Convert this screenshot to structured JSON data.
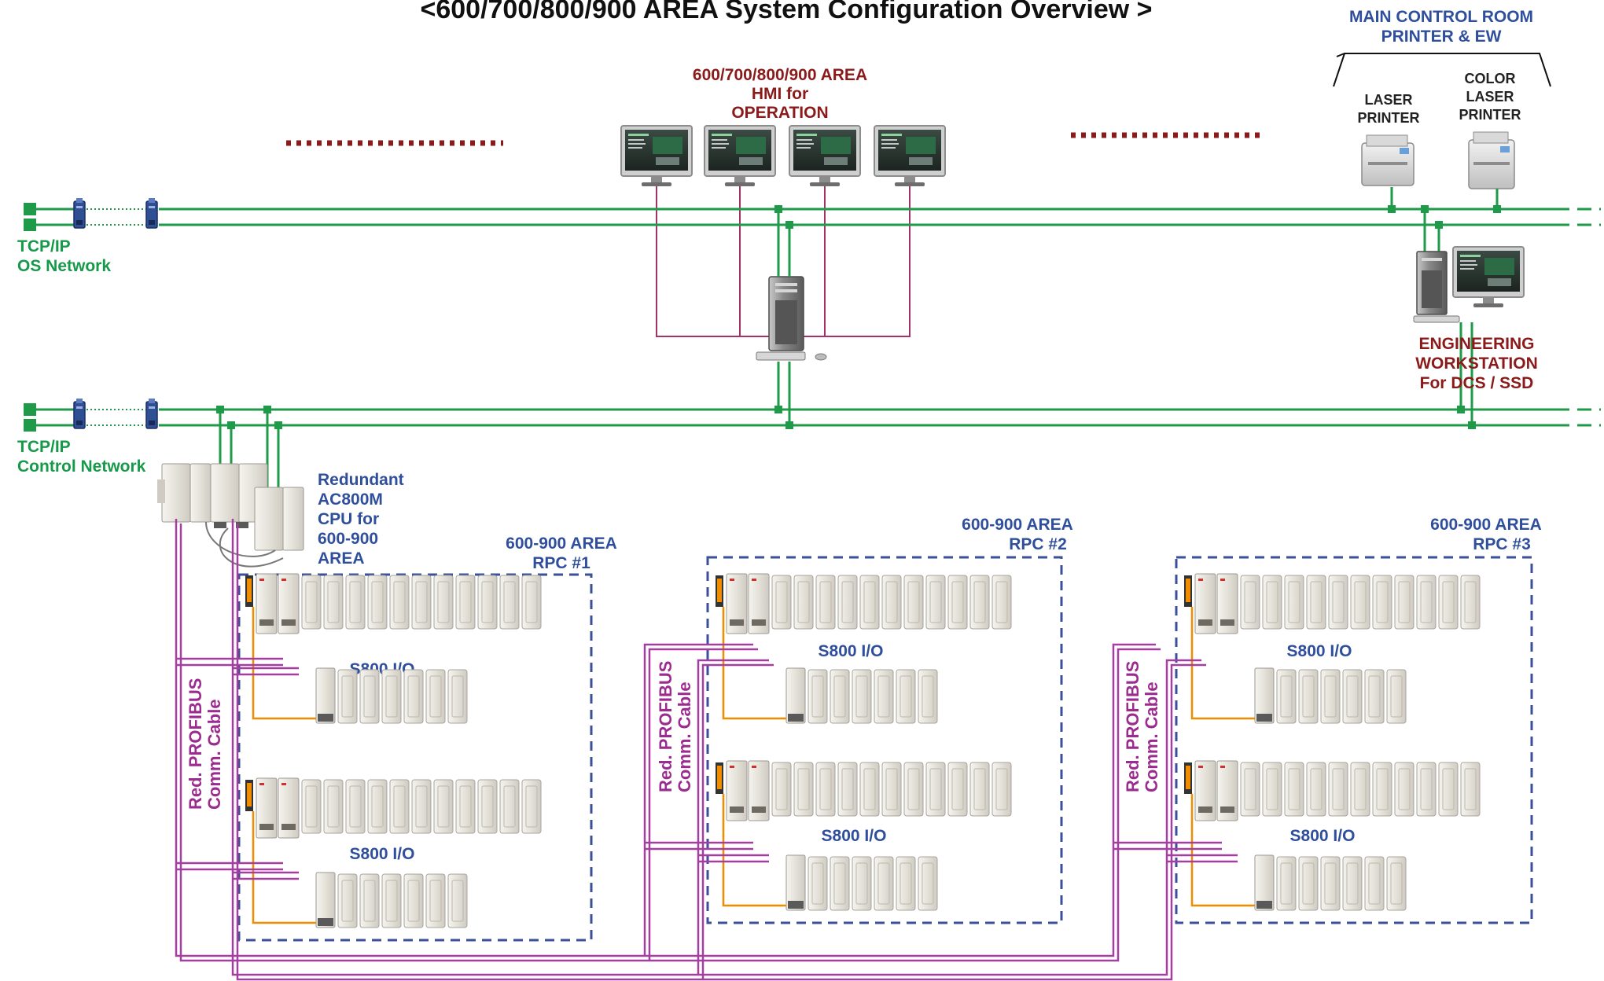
{
  "title": "<600/700/800/900 AREA System Configuration Overview >",
  "main_room": {
    "line1": "MAIN CONTROL ROOM",
    "line2": "PRINTER & EW"
  },
  "laser_printer": {
    "line1": "LASER",
    "line2": "PRINTER"
  },
  "color_printer": {
    "line1": "COLOR",
    "line2": "LASER",
    "line3": "PRINTER"
  },
  "hmi": {
    "line1": "600/700/800/900 AREA",
    "line2": "HMI for",
    "line3": "OPERATION"
  },
  "os_network": {
    "line1": "TCP/IP",
    "line2": "OS Network"
  },
  "control_network": {
    "line1": "TCP/IP",
    "line2": "Control Network"
  },
  "engineering": {
    "line1": "ENGINEERING",
    "line2": "WORKSTATION",
    "line3": "For DCS / SSD"
  },
  "cpu": {
    "line1": "Redundant",
    "line2": "AC800M",
    "line3": "CPU for",
    "line4": "600-900",
    "line5": "AREA"
  },
  "rpc1": {
    "line1": "600-900  AREA",
    "line2": "RPC #1"
  },
  "rpc2": {
    "line1": "600-900 AREA",
    "line2": "RPC #2"
  },
  "rpc3": {
    "line1": "600-900 AREA",
    "line2": "RPC #3"
  },
  "io_label": "S800 I/O",
  "profibus": {
    "line1": "Red. PROFIBUS",
    "line2": "Comm. Cable"
  },
  "colors": {
    "network": "#1e9a48",
    "profibus": "#a43ea0",
    "hmi_link": "#a4326a",
    "boundary": "#3b4f9a",
    "io_link": "#f08c00",
    "separator": "#8b1a1a"
  },
  "icons": [
    "monitor-icon",
    "server-tower-icon",
    "printer-icon",
    "network-converter-icon",
    "controller-module-icon",
    "io-module-icon"
  ]
}
